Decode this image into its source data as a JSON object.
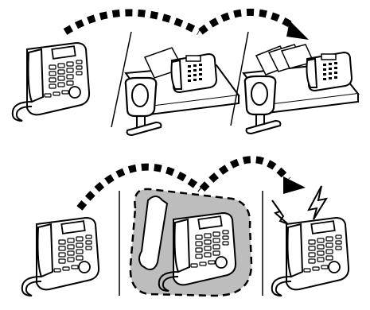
{
  "figure": {
    "top_row": {
      "panels": [
        {
          "name": "panel-desk-phone"
        },
        {
          "name": "panel-fax-desk"
        },
        {
          "name": "panel-fax-desk-papers"
        }
      ]
    },
    "bottom_row": {
      "panels": [
        {
          "name": "panel-phone"
        },
        {
          "name": "panel-phone-highlighted"
        },
        {
          "name": "panel-phone-ringing"
        }
      ]
    }
  },
  "colors": {
    "ink": "#000000",
    "highlight_fill": "#bdbdbd",
    "paper": "#ffffff"
  }
}
